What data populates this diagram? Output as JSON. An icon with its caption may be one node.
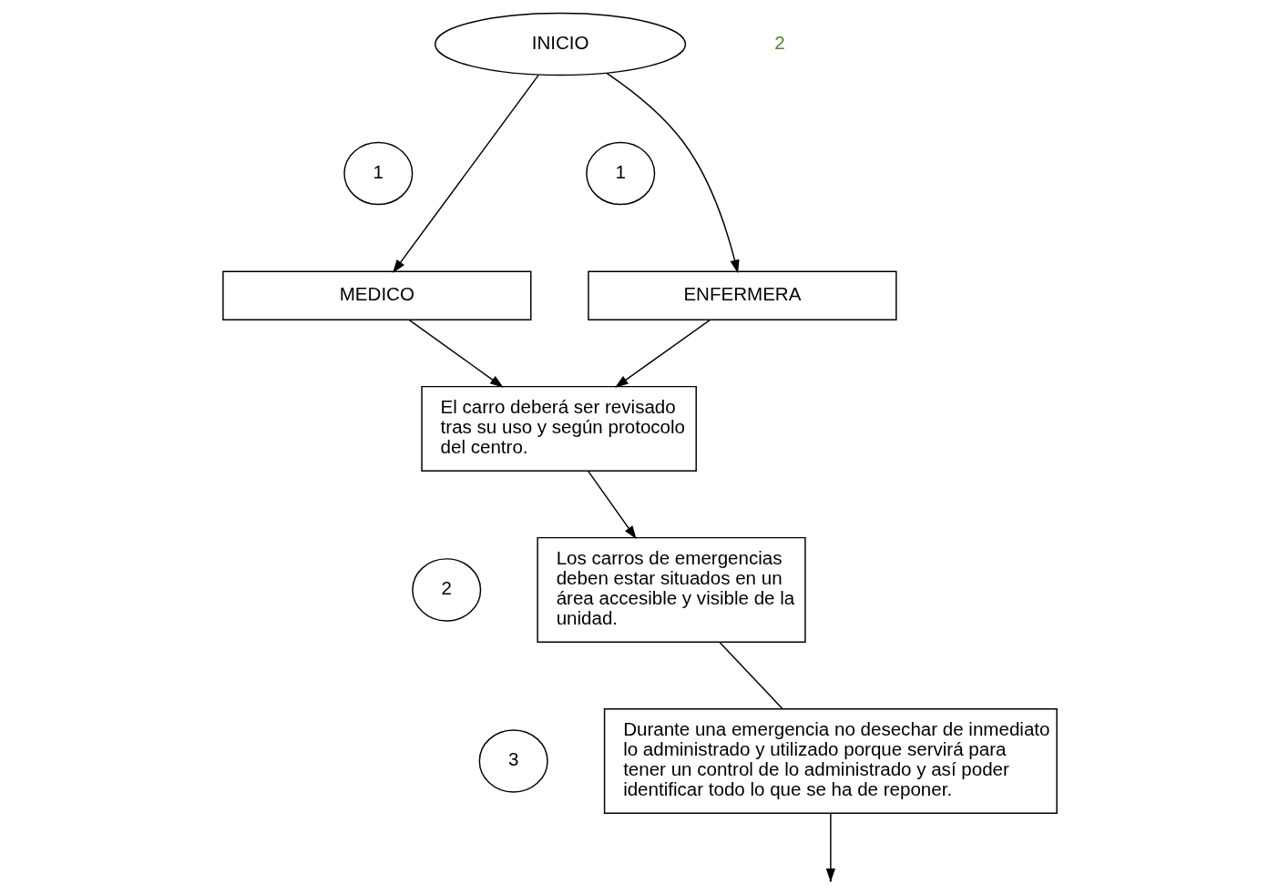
{
  "diagram": {
    "nodes": [
      {
        "text": [
          "INICIO"
        ]
      },
      {
        "text": [
          "1"
        ]
      },
      {
        "text": [
          "MEDICO"
        ]
      },
      {
        "text": [
          "1"
        ]
      },
      {
        "text": [
          "ENFERMERA"
        ]
      },
      {
        "text": [
          "El carro deberá ser revisado tras su uso y según protocolo del centro."
        ]
      },
      {
        "text": [
          "2"
        ]
      },
      {
        "text": [
          "Los carros de emergencias deben estar situados en un área accesible y visible de la unidad."
        ]
      },
      {
        "text": [
          "3"
        ]
      },
      {
        "text": [
          "Durante una emergencia no desechar de inmediato lo administrado y utilizado porque servirá para tener un control de lo administrado y así poder identificar todo lo que se ha de reponer."
        ]
      }
    ],
    "edges": [
      {
        "from": 0,
        "to": 2,
        "arrow": "to"
      },
      {
        "from": 0,
        "to": 4,
        "arrow": "to"
      },
      {
        "from": 2,
        "to": 5,
        "arrow": "to"
      },
      {
        "from": 4,
        "to": 5,
        "arrow": "to"
      },
      {
        "from": 5,
        "to": 7,
        "arrow": "to"
      },
      {
        "from": 7,
        "to": 9,
        "arrow": "none"
      },
      {
        "from": 9,
        "to": null,
        "arrow": "to"
      }
    ],
    "labels": [
      "2"
    ]
  }
}
